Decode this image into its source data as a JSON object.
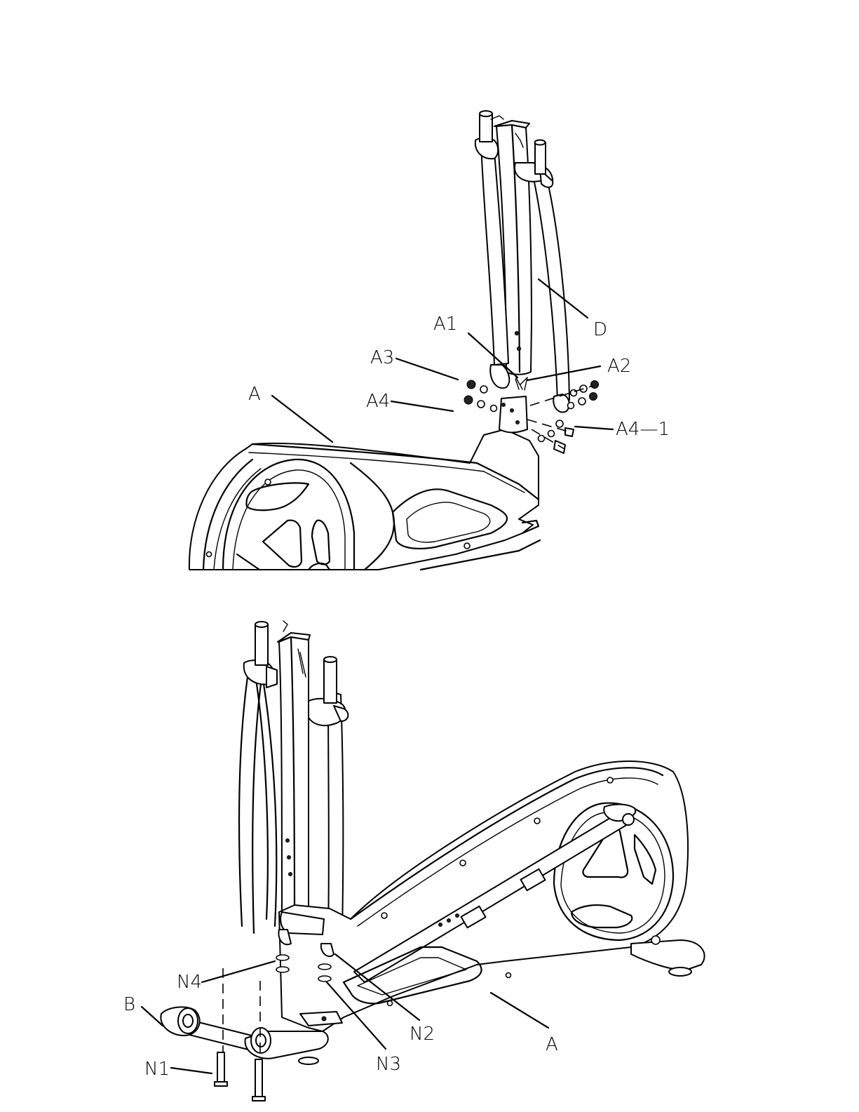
{
  "labels": {
    "top": {
      "D": "D",
      "A1": "A1",
      "A2": "A2",
      "A3": "A3",
      "A4": "A4",
      "A4_1": "A4—1",
      "A": "A"
    },
    "bottom": {
      "B": "B",
      "N1": "N1",
      "N2": "N2",
      "N3": "N3",
      "N4": "N4",
      "A": "A"
    }
  }
}
